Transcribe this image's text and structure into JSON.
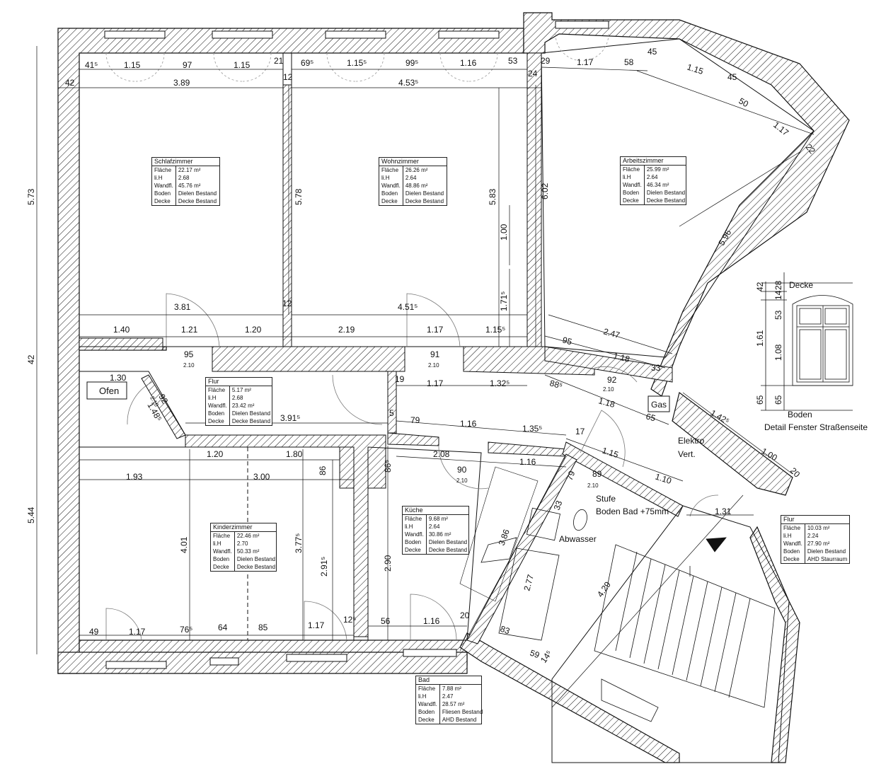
{
  "rooms": [
    {
      "id": "schlafzimmer",
      "name": "Schlafzimmer",
      "rows": [
        [
          "Fläche",
          "22.17 m²"
        ],
        [
          "li.H",
          "2.68"
        ],
        [
          "Wandfl.",
          "45.76 m²"
        ],
        [
          "Boden",
          "Dielen Bestand"
        ],
        [
          "Decke",
          "Decke Bestand"
        ]
      ]
    },
    {
      "id": "wohnzimmer",
      "name": "Wohnzimmer",
      "rows": [
        [
          "Fläche",
          "26.26 m²"
        ],
        [
          "li.H",
          "2.64"
        ],
        [
          "Wandfl.",
          "48.86 m²"
        ],
        [
          "Boden",
          "Dielen Bestand"
        ],
        [
          "Decke",
          "Decke Bestand"
        ]
      ]
    },
    {
      "id": "arbeitszimmer",
      "name": "Arbeitszimmer",
      "rows": [
        [
          "Fläche",
          "25.99 m²"
        ],
        [
          "li.H",
          "2.64"
        ],
        [
          "Wandfl.",
          "46.34 m²"
        ],
        [
          "Boden",
          "Dielen Bestand"
        ],
        [
          "Decke",
          "Decke Bestand"
        ]
      ]
    },
    {
      "id": "flur1",
      "name": "Flur",
      "rows": [
        [
          "Fläche",
          "5.17 m²"
        ],
        [
          "li.H",
          "2.68"
        ],
        [
          "Wandfl.",
          "23.42 m²"
        ],
        [
          "Boden",
          "Dielen Bestand"
        ],
        [
          "Decke",
          "Decke Bestand"
        ]
      ]
    },
    {
      "id": "kinderzimmer",
      "name": "Kinderzimmer",
      "rows": [
        [
          "Fläche",
          "22.46 m²"
        ],
        [
          "li.H",
          "2.70"
        ],
        [
          "Wandfl.",
          "50.33 m²"
        ],
        [
          "Boden",
          "Dielen Bestand"
        ],
        [
          "Decke",
          "Decke Bestand"
        ]
      ]
    },
    {
      "id": "kueche",
      "name": "Küche",
      "rows": [
        [
          "Fläche",
          "9.68 m²"
        ],
        [
          "li.H",
          "2.64"
        ],
        [
          "Wandfl.",
          "30.86 m²"
        ],
        [
          "Boden",
          "Dielen Bestand"
        ],
        [
          "Decke",
          "Decke Bestand"
        ]
      ]
    },
    {
      "id": "flur2",
      "name": "Flur",
      "rows": [
        [
          "Fläche",
          "10.03 m²"
        ],
        [
          "li.H",
          "2.24"
        ],
        [
          "Wandfl.",
          "27.90 m²"
        ],
        [
          "Boden",
          "Dielen Bestand"
        ],
        [
          "Decke",
          "AHD Staurraum"
        ]
      ]
    },
    {
      "id": "bad",
      "name": "Bad",
      "rows": [
        [
          "Fläche",
          "7.88 m²"
        ],
        [
          "li.H",
          "2.47"
        ],
        [
          "Wandfl.",
          "28.57 m²"
        ],
        [
          "Boden",
          "Fliesen Bestand"
        ],
        [
          "Decke",
          "AHD Bestand"
        ]
      ]
    }
  ],
  "labels": {
    "ofen": "Ofen",
    "gas": "Gas",
    "elektro": "Elektro",
    "vert": "Vert.",
    "stufe": "Stufe",
    "boden_bad": "Boden Bad +75mm",
    "abwasser": "Abwasser",
    "detail_decke": "Decke",
    "detail_boden": "Boden",
    "detail_title": "Detail Fenster Straßenseite"
  },
  "dimensions": {
    "top_row": [
      "41⁵",
      "1.15",
      "97",
      "1.15",
      "21",
      "69⁵",
      "1.15⁵",
      "99⁵",
      "1.16",
      "53",
      "29",
      "1.17",
      "58",
      "45",
      "1.15",
      "45",
      "50",
      "1.17",
      "22"
    ],
    "d_42": "42",
    "d_389": "3.89",
    "d_12a": "12",
    "d_453": "4.53⁵",
    "d_24": "24",
    "d_573": "5.73",
    "d_42b": "42",
    "d_544": "5.44",
    "d_578": "5.78",
    "d_583": "5.83",
    "d_602": "6.02",
    "d_100": "1.00",
    "d_171": "1.71⁵",
    "d_596": "5.96",
    "d_381": "3.81",
    "d_12b": "12",
    "d_451": "4.51⁵",
    "d_140": "1.40",
    "d_121": "1.21",
    "d_120a": "1.20",
    "d_219": "2.19",
    "d_117a": "1.17",
    "d_115": "1.15⁵",
    "d_95a": "95",
    "d_210a": "2.10",
    "d_91": "91",
    "d_210b": "2.10",
    "d_247": "2.47",
    "d_95b": "95",
    "d_118a": "1.18",
    "d_33a": "33",
    "d_92a": "92",
    "d_210c": "2.10",
    "d_885": "88⁵",
    "d_118b": "1.18",
    "d_65": "65",
    "d_1425": "1.42⁵",
    "d_100b": "1.00",
    "d_20a": "20",
    "d_130": "1.30",
    "d_92b": "92",
    "d_210d": "2.10",
    "d_148": "1.48⁵",
    "d_19": "19",
    "d_117b": "1.17",
    "d_132": "1.32⁵",
    "d_391": "3.91⁵",
    "d_5": "5",
    "d_79": "79",
    "d_116a": "1.16",
    "d_135": "1.35⁵",
    "d_17": "17",
    "d_115b": "1.15",
    "d_120b": "1.20",
    "d_180": "1.80",
    "d_86a": "86",
    "d_86b": "86⁵",
    "d_208": "2.08",
    "d_116b": "1.16",
    "d_90": "90",
    "d_210e": "2.10",
    "d_110": "1.10",
    "d_79b": "79",
    "d_89": "89",
    "d_210f": "2.10",
    "d_33b": "33",
    "d_131": "1.31",
    "d_193": "1.93",
    "d_300": "3.00",
    "d_401": "4.01",
    "d_377": "3.77⁵",
    "d_291": "2.91⁵",
    "d_290": "2.90",
    "d_386": "3.86",
    "d_277": "2.77",
    "d_429": "4.29",
    "d_49": "49",
    "d_117c": "1.17",
    "d_765": "76⁵",
    "d_64": "64",
    "d_85": "85",
    "d_117d": "1.17",
    "d_125": "12⁵",
    "d_56": "56",
    "d_116c": "1.16",
    "d_20b": "20",
    "d_83": "83",
    "d_59": "59",
    "d_145": "14⁵",
    "det_42": "42",
    "det_28": "28",
    "det_14": "14",
    "det_53": "53",
    "det_161": "1.61",
    "det_108": "1.08",
    "det_65a": "65",
    "det_65b": "65"
  },
  "colors": {
    "line": "#111111",
    "hatch": "#111111",
    "bg": "#ffffff"
  }
}
